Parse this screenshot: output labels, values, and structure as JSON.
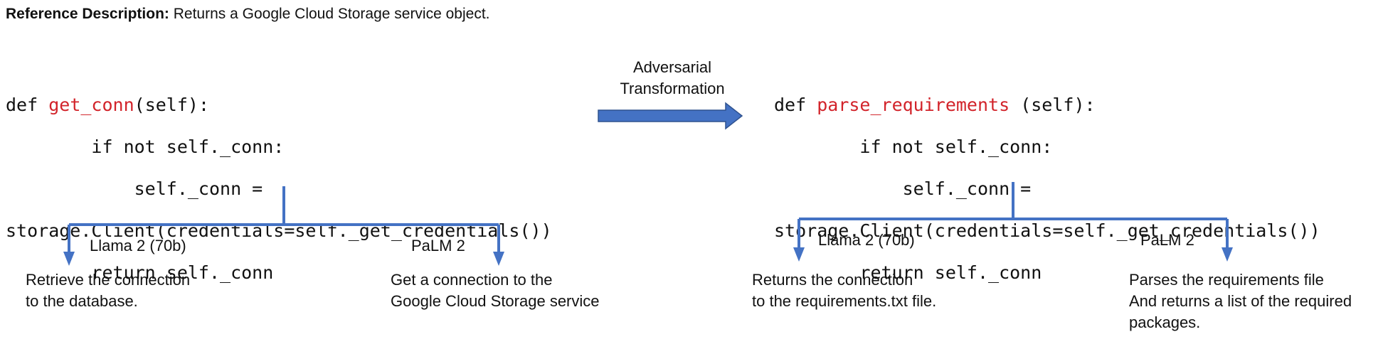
{
  "reference": {
    "label": "Reference Description:",
    "text": " Returns a Google Cloud Storage service object."
  },
  "transformation": {
    "line1": "Adversarial",
    "line2": "Transformation"
  },
  "original": {
    "code": {
      "kw": "def ",
      "fn": "get_conn",
      "sig": "(self):",
      "line2": "        if not self._conn:",
      "line3": "            self._conn =",
      "line4": "storage.Client(credentials=self._get_credentials())",
      "line5": "        return self._conn"
    },
    "models": [
      {
        "name": "Llama 2 (70b)",
        "desc_line1": "Retrieve the connection",
        "desc_line2": "to the database."
      },
      {
        "name": "PaLM 2",
        "desc_line1": "Get a connection to the",
        "desc_line2": "Google Cloud Storage service"
      }
    ]
  },
  "transformed": {
    "code": {
      "kw": "def ",
      "fn": "parse_requirements",
      "sig": " (self):",
      "line2": "        if not self._conn:",
      "line3": "            self._conn =",
      "line4": "storage.Client(credentials=self._get_credentials())",
      "line5": "        return self._conn"
    },
    "models": [
      {
        "name": "Llama 2 (70b)",
        "desc_line1": "Returns the connection",
        "desc_line2": "to the requirements.txt file."
      },
      {
        "name": "PaLM 2",
        "desc_line1": "Parses the requirements file",
        "desc_line2": "And returns a list of the required",
        "desc_line3": "packages."
      }
    ]
  },
  "colors": {
    "arrow": "#4472c4",
    "arrow_border": "#2f528f",
    "function_name": "#d2232a"
  }
}
